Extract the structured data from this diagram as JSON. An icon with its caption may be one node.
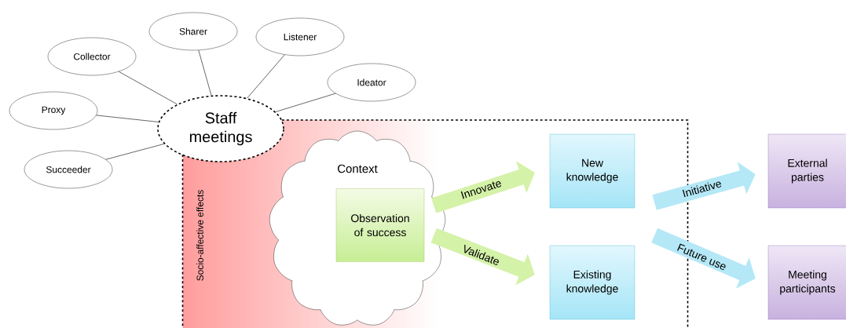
{
  "diagram": {
    "nodes": [
      {
        "text": [
          "Staff meetings"
        ]
      },
      {
        "text": [
          "Sharer"
        ]
      },
      {
        "text": [
          "Listener"
        ]
      },
      {
        "text": [
          "Collector"
        ]
      },
      {
        "text": [
          "Ideator"
        ]
      },
      {
        "text": [
          "Proxy"
        ]
      },
      {
        "text": [
          "Succeeder"
        ]
      },
      {
        "text": [
          "Socio-affective effects"
        ]
      },
      {
        "text": [
          "Context"
        ],
        "in": 7
      },
      {
        "text": [
          "Observation of success"
        ],
        "in": 8
      },
      {
        "text": [
          "New knowledge"
        ],
        "in": 7
      },
      {
        "text": [
          "Existing knowledge"
        ],
        "in": 7
      },
      {
        "text": [
          "External parties"
        ]
      },
      {
        "text": [
          "Meeting participants"
        ]
      }
    ],
    "edges": [
      {
        "from": 0,
        "to": 1,
        "arrow": "none"
      },
      {
        "from": 0,
        "to": 2,
        "arrow": "none"
      },
      {
        "from": 0,
        "to": 3,
        "arrow": "none"
      },
      {
        "from": 0,
        "to": 4,
        "arrow": "none"
      },
      {
        "from": 0,
        "to": 5,
        "arrow": "none"
      },
      {
        "from": 0,
        "to": 6,
        "arrow": "none"
      },
      {
        "from": 9,
        "to": 10,
        "arrow": "to",
        "label": "Innovate",
        "style": "thick",
        "color": "#d4f2a8"
      },
      {
        "from": 9,
        "to": 11,
        "arrow": "to",
        "label": "Validate",
        "style": "thick",
        "color": "#d4f2a8"
      },
      {
        "from": 10,
        "to": 12,
        "arrow": "to",
        "label": "Initiative",
        "style": "thick",
        "color": "#b5e8f7"
      },
      {
        "from": 11,
        "to": 13,
        "arrow": "to",
        "label": "Future use",
        "style": "thick",
        "color": "#b5e8f7"
      }
    ]
  }
}
